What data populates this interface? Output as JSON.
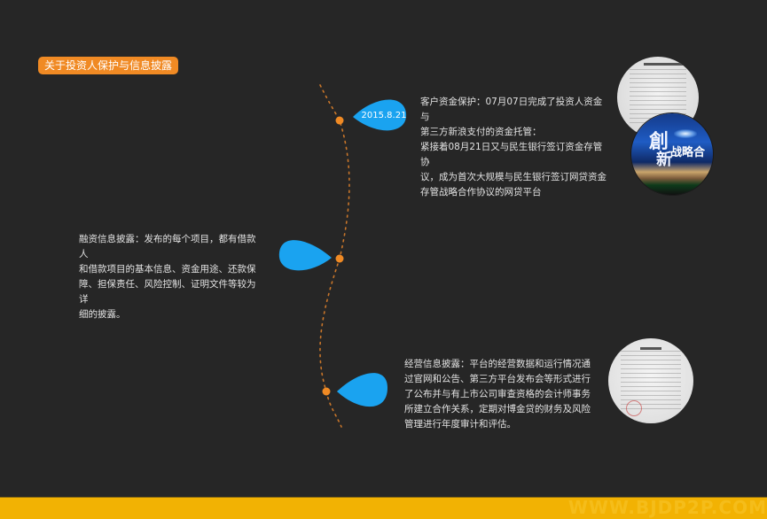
{
  "section": {
    "title": "关于投资人保护与信息披露"
  },
  "timeline": {
    "accent_color": "#f08a24",
    "drop_color": "#1aa3f0",
    "items": [
      {
        "date_label": "2015.8.21",
        "lines": [
          "客户资金保护：07月07日完成了投资人资金与",
          "第三方新浪支付的资金托管：",
          "紧接着08月21日又与民生银行签订资金存管协",
          "议，成为首次大规模与民生银行签订网贷资金",
          "存管战略合作协议的网贷平台"
        ]
      },
      {
        "date_label": "",
        "lines": [
          "融资信息披露：发布的每个项目，都有借款人",
          "和借款项目的基本信息、资金用途、还款保",
          "障、担保责任、风险控制、证明文件等较为详",
          "细的披露。"
        ]
      },
      {
        "date_label": "",
        "lines": [
          "经营信息披露：平台的经营数据和运行情况通",
          "过官网和公告、第三方平台发布会等形式进行",
          "了公布并与有上市公司审查资格的会计师事务",
          "所建立合作关系，定期对博金贷的财务及风险",
          "管理进行年度审计和评估。"
        ]
      }
    ]
  },
  "photos": {
    "event_chars": [
      "創",
      "新"
    ],
    "event_banner": "战略合"
  },
  "footer": {
    "bar_color": "#f2b203",
    "watermark": "WWW.BJDP2P.COM"
  }
}
